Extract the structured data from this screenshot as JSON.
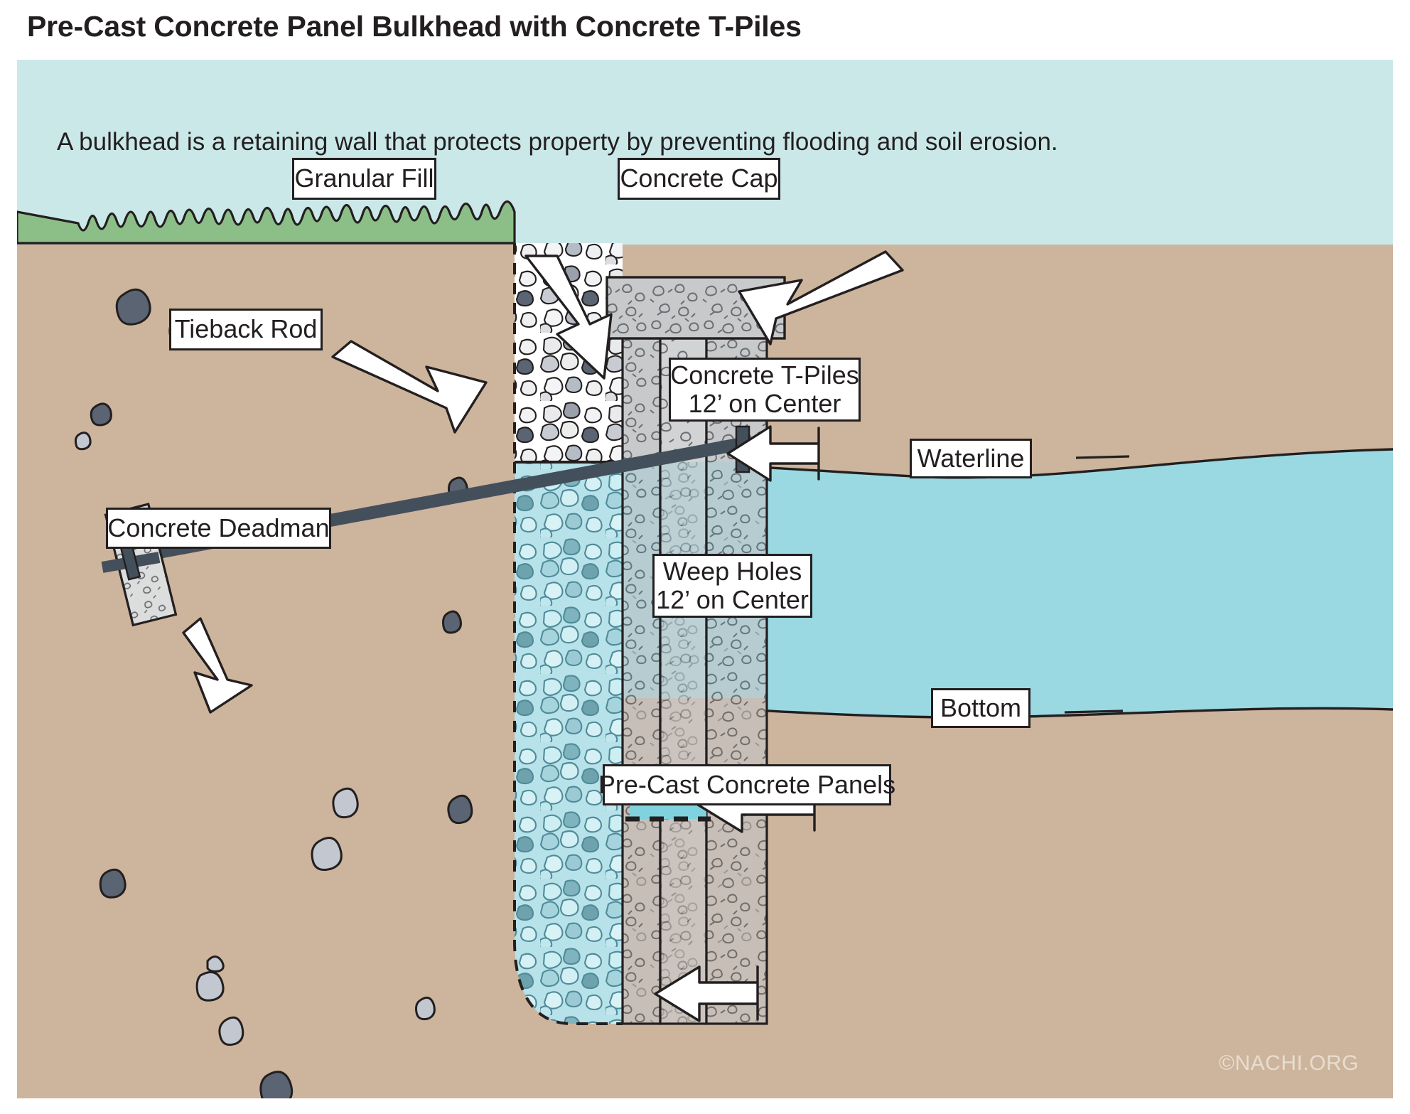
{
  "page": {
    "title": "Pre-Cast Concrete Panel Bulkhead with Concrete T-Piles",
    "subtitle": "A bulkhead is a retaining wall that protects property by preventing flooding and soil erosion.",
    "watermark": "©NACHI.ORG"
  },
  "labels": {
    "granular_fill": "Granular Fill",
    "concrete_cap": "Concrete Cap",
    "tieback_rod": "Tieback Rod",
    "concrete_tpiles_l1": "Concrete T-Piles",
    "concrete_tpiles_l2": "12’ on Center",
    "waterline": "Waterline",
    "concrete_deadman": "Concrete Deadman",
    "weep_holes_l1": "Weep Holes",
    "weep_holes_l2": "12’ on Center",
    "bottom": "Bottom",
    "precast_panels": "Pre-Cast Concrete Panels"
  },
  "colors": {
    "sky": "#cbe8e9",
    "water": "#9ad9e2",
    "grass": "#8cbf87",
    "soil": "#cdb49c",
    "concrete": "#c8c9ca",
    "concrete_light": "#d5d6d7",
    "gravel_fill": "#ffffff",
    "gravel_wet": "#b8e2ea",
    "outline": "#231f20",
    "rod": "#444f5c",
    "rock_dark": "#5a6472",
    "rock_light": "#c2c7d0"
  }
}
